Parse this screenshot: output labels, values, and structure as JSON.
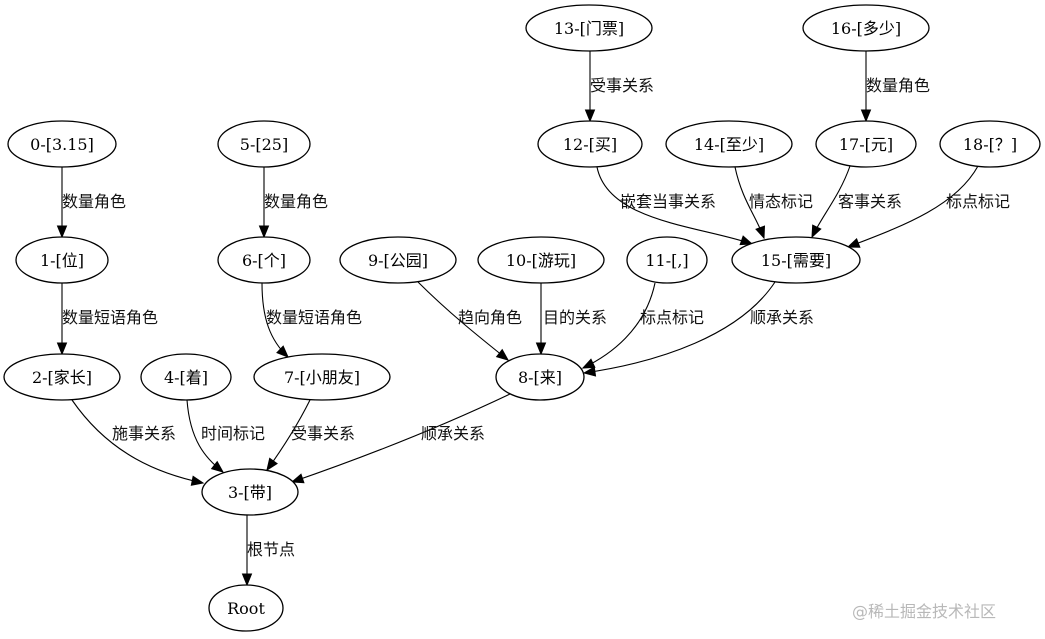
{
  "nodes": [
    {
      "id": "n0",
      "label": "0-[3.15]"
    },
    {
      "id": "n1",
      "label": "1-[位]"
    },
    {
      "id": "n2",
      "label": "2-[家长]"
    },
    {
      "id": "n3",
      "label": "3-[带]"
    },
    {
      "id": "n4",
      "label": "4-[着]"
    },
    {
      "id": "n5",
      "label": "5-[25]"
    },
    {
      "id": "n6",
      "label": "6-[个]"
    },
    {
      "id": "n7",
      "label": "7-[小朋友]"
    },
    {
      "id": "n8",
      "label": "8-[来]"
    },
    {
      "id": "n9",
      "label": "9-[公园]"
    },
    {
      "id": "n10",
      "label": "10-[游玩]"
    },
    {
      "id": "n11",
      "label": "11-[,]"
    },
    {
      "id": "n12",
      "label": "12-[买]"
    },
    {
      "id": "n13",
      "label": "13-[门票]"
    },
    {
      "id": "n14",
      "label": "14-[至少]"
    },
    {
      "id": "n15",
      "label": "15-[需要]"
    },
    {
      "id": "n16",
      "label": "16-[多少]"
    },
    {
      "id": "n17",
      "label": "17-[元]"
    },
    {
      "id": "n18",
      "label": "18-[？]"
    },
    {
      "id": "root",
      "label": "Root"
    }
  ],
  "edges": [
    {
      "from": "n0",
      "to": "n1",
      "label": "数量角色"
    },
    {
      "from": "n1",
      "to": "n2",
      "label": "数量短语角色"
    },
    {
      "from": "n5",
      "to": "n6",
      "label": "数量角色"
    },
    {
      "from": "n6",
      "to": "n7",
      "label": "数量短语角色"
    },
    {
      "from": "n13",
      "to": "n12",
      "label": "受事关系"
    },
    {
      "from": "n16",
      "to": "n17",
      "label": "数量角色"
    },
    {
      "from": "n12",
      "to": "n15",
      "label": "嵌套当事关系"
    },
    {
      "from": "n14",
      "to": "n15",
      "label": "情态标记"
    },
    {
      "from": "n17",
      "to": "n15",
      "label": "客事关系"
    },
    {
      "from": "n18",
      "to": "n15",
      "label": "标点标记"
    },
    {
      "from": "n9",
      "to": "n8",
      "label": "趋向角色"
    },
    {
      "from": "n10",
      "to": "n8",
      "label": "目的关系"
    },
    {
      "from": "n11",
      "to": "n8",
      "label": "标点标记"
    },
    {
      "from": "n15",
      "to": "n8",
      "label": "顺承关系"
    },
    {
      "from": "n2",
      "to": "n3",
      "label": "施事关系"
    },
    {
      "from": "n4",
      "to": "n3",
      "label": "时间标记"
    },
    {
      "from": "n7",
      "to": "n3",
      "label": "受事关系"
    },
    {
      "from": "n8",
      "to": "n3",
      "label": "顺承关系"
    },
    {
      "from": "n3",
      "to": "root",
      "label": "根节点"
    }
  ],
  "watermark": "@稀土掘金技术社区"
}
